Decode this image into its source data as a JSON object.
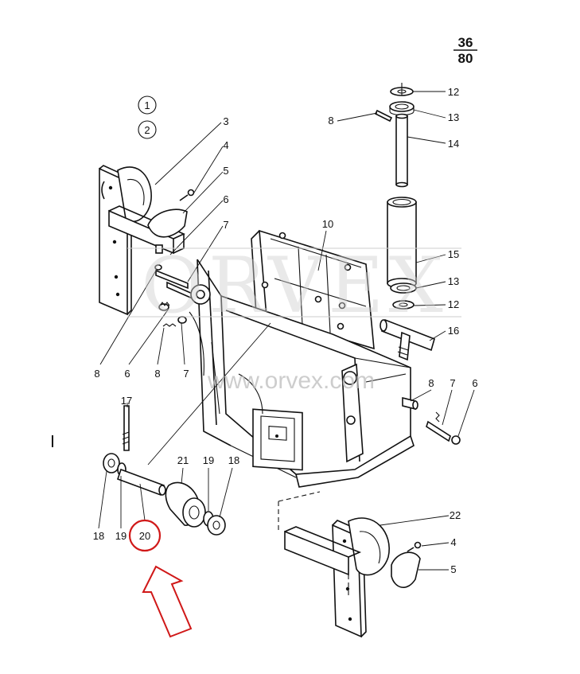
{
  "page_number": {
    "top": "36",
    "bottom": "80"
  },
  "variants": [
    "1",
    "2"
  ],
  "watermark": {
    "logo": "ORVEX",
    "url": "www.orvex.com"
  },
  "highlight": {
    "part": "20",
    "color": "#d01818",
    "arrow_color": "#d01818"
  },
  "callouts": {
    "c3": "3",
    "c4a": "4",
    "c5a": "5",
    "c6a": "6",
    "c7a": "7",
    "c8a": "8",
    "c6b": "6",
    "c8b": "8",
    "c7b": "7",
    "c10": "10",
    "c8c": "8",
    "c12a": "12",
    "c13a": "13",
    "c14": "14",
    "c15": "15",
    "c13b": "13",
    "c12b": "12",
    "c16": "16",
    "c8d": "8",
    "c7c": "7",
    "c6c": "6",
    "c17": "17",
    "c21": "21",
    "c19a": "19",
    "c18a": "18",
    "c18b": "18",
    "c19b": "19",
    "c20": "20",
    "c22": "22",
    "c4b": "4",
    "c5b": "5"
  }
}
